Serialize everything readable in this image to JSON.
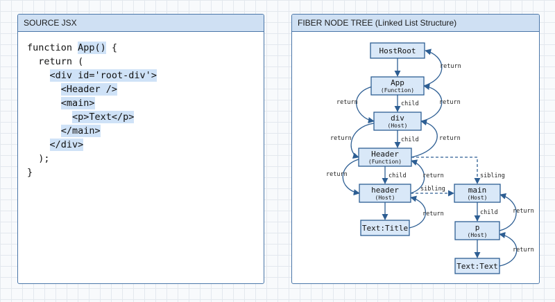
{
  "left_panel": {
    "title": "SOURCE JSX",
    "code_lines": [
      [
        {
          "t": "function "
        },
        {
          "t": "App()",
          "hl": true
        },
        {
          "t": " {"
        }
      ],
      [
        {
          "t": "  return ("
        }
      ],
      [
        {
          "t": "    "
        },
        {
          "t": "<div id='root-div'>",
          "hl": true
        }
      ],
      [
        {
          "t": "      "
        },
        {
          "t": "<Header />",
          "hl": true
        }
      ],
      [
        {
          "t": "      "
        },
        {
          "t": "<main>",
          "hl": true
        }
      ],
      [
        {
          "t": "        "
        },
        {
          "t": "<p>Text</p>",
          "hl": true
        }
      ],
      [
        {
          "t": "      "
        },
        {
          "t": "</main>",
          "hl": true
        }
      ],
      [
        {
          "t": "    "
        },
        {
          "t": "</div>",
          "hl": true
        }
      ],
      [
        {
          "t": "  );"
        }
      ],
      [
        {
          "t": "}"
        }
      ]
    ]
  },
  "right_panel": {
    "title": "FIBER NODE TREE (Linked List Structure)"
  },
  "tree": {
    "nodes": [
      {
        "id": "hostroot",
        "name": "HostRoot",
        "sub": ""
      },
      {
        "id": "app",
        "name": "App",
        "sub": "(Function)"
      },
      {
        "id": "div",
        "name": "div",
        "sub": "(Host)"
      },
      {
        "id": "header-comp",
        "name": "Header",
        "sub": "(Function)"
      },
      {
        "id": "header",
        "name": "header",
        "sub": "(Host)"
      },
      {
        "id": "text-title",
        "name": "Text:Title",
        "sub": ""
      },
      {
        "id": "main",
        "name": "main",
        "sub": "(Host)"
      },
      {
        "id": "p",
        "name": "p",
        "sub": "(Host)"
      },
      {
        "id": "text-text",
        "name": "Text:Text",
        "sub": ""
      }
    ],
    "edge_labels": {
      "child": "child",
      "return": "return",
      "sibling": "sibling"
    }
  },
  "colors": {
    "node_fill": "#d9e8f8",
    "node_stroke": "#2d5e93",
    "header_fill": "#cfe0f3",
    "highlight": "#cfe2f7"
  }
}
